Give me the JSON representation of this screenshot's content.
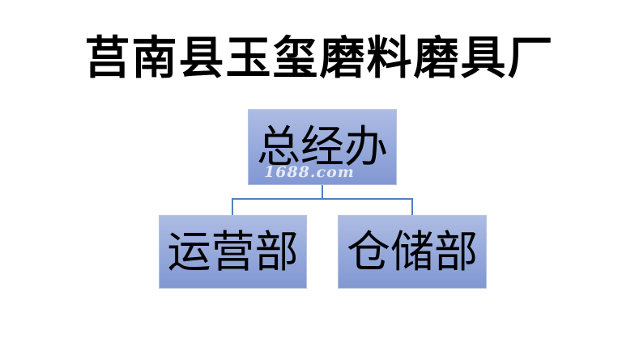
{
  "title": "莒南县玉玺磨料磨具厂",
  "org_chart": {
    "root": "总经办",
    "children": [
      "运营部",
      "仓储部"
    ]
  },
  "watermark": "1688.com",
  "colors": {
    "node_fill": "#94a8da",
    "node_border": "#b4c3e2",
    "connector": "#4f81bd",
    "text": "#000000"
  }
}
